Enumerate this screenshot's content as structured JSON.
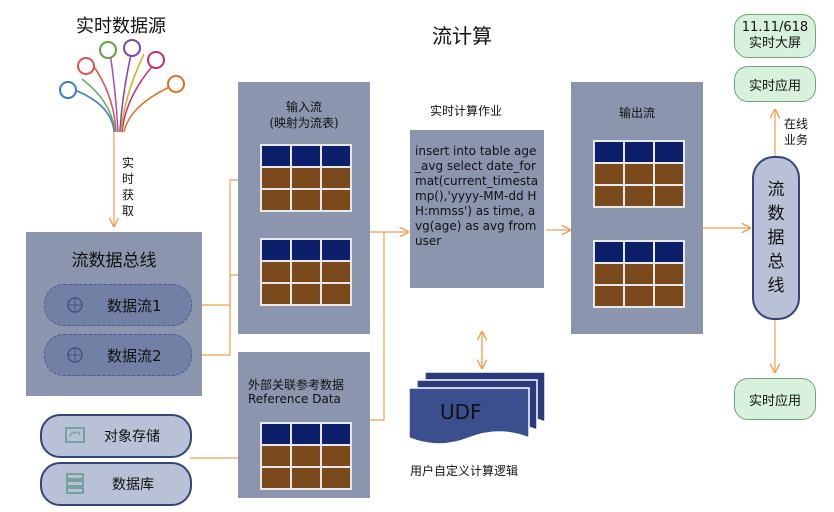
{
  "page_title": "流计算",
  "source": {
    "title": "实时数据源",
    "fetch_label": [
      "实",
      "时",
      "获",
      "取"
    ]
  },
  "bus_left": {
    "title": "流数据总线",
    "stream1": "数据流1",
    "stream2": "数据流2"
  },
  "storage": {
    "object": "对象存储",
    "database": "数据库"
  },
  "input_stream": {
    "title_line1": "输入流",
    "title_line2": "(映射为流表)"
  },
  "reference": {
    "title_line1": "外部关联参考数据",
    "title_line2": "Reference Data"
  },
  "job": {
    "title": "实时计算作业",
    "sql": "insert into table age_avg select date_format(current_timestamp(),'yyyy-MM-dd HH:mmss') as time, avg(age) as avg from user"
  },
  "udf": {
    "label": "UDF",
    "caption": "用户自定义计算逻辑"
  },
  "output_stream": {
    "title": "输出流"
  },
  "bus_right": {
    "label": [
      "流",
      "数",
      "据",
      "总",
      "线"
    ]
  },
  "right": {
    "big_screen_line1": "11.11/618",
    "big_screen_line2": "实时大屏",
    "realtime_app_top": "实时应用",
    "online_label_line1": "在线",
    "online_label_line2": "业务",
    "realtime_app_bottom": "实时应用"
  },
  "colors": {
    "arrow": "#f0a050",
    "panel": "#8b95ad",
    "table_header": "#0b1f6b",
    "table_cell": "#7a4a1c",
    "green_pill": "#d8f1dc"
  }
}
